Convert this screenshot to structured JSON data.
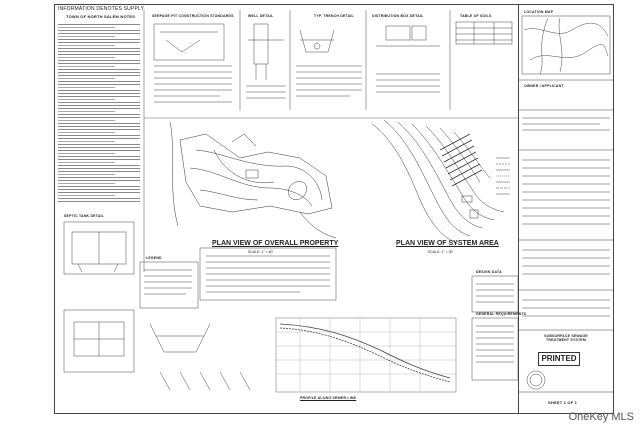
{
  "top_label": "INFORMATION DENOTES SUPPLY",
  "plans": {
    "overall_title": "PLAN VIEW OF OVERALL PROPERTY",
    "overall_scale": "SCALE: 1\" = 60'",
    "system_title": "PLAN VIEW OF SYSTEM AREA",
    "system_scale": "SCALE: 1\" = 30'"
  },
  "sections": {
    "notes_header": "TOWN OF NORTH SALEM NOTES",
    "seepage_header": "SEEPAGE PIT CONSTRUCTION STANDARDS",
    "well_header": "WELL DETAIL",
    "trench_header": "TYP. TRENCH DETAIL",
    "distribution_header": "DISTRIBUTION BOX DETAIL",
    "table_header": "TABLE OF SOILS",
    "septic_header": "SEPTIC TANK DETAIL",
    "profile_header": "PROFILE ALONG SEWER LINE",
    "legend_header": "LEGEND",
    "design_header": "DESIGN DATA",
    "general_header": "GENERAL REQUIREMENTS",
    "location_header": "LOCATION MAP",
    "owner_header": "OWNER / APPLICANT"
  },
  "title_block": {
    "project": "SUBSURFACE SEWAGE TREATMENT SYSTEM",
    "printed": "PRINTED",
    "sheet": "SHEET 1 OF 1"
  },
  "watermark": "OneKey MLS"
}
